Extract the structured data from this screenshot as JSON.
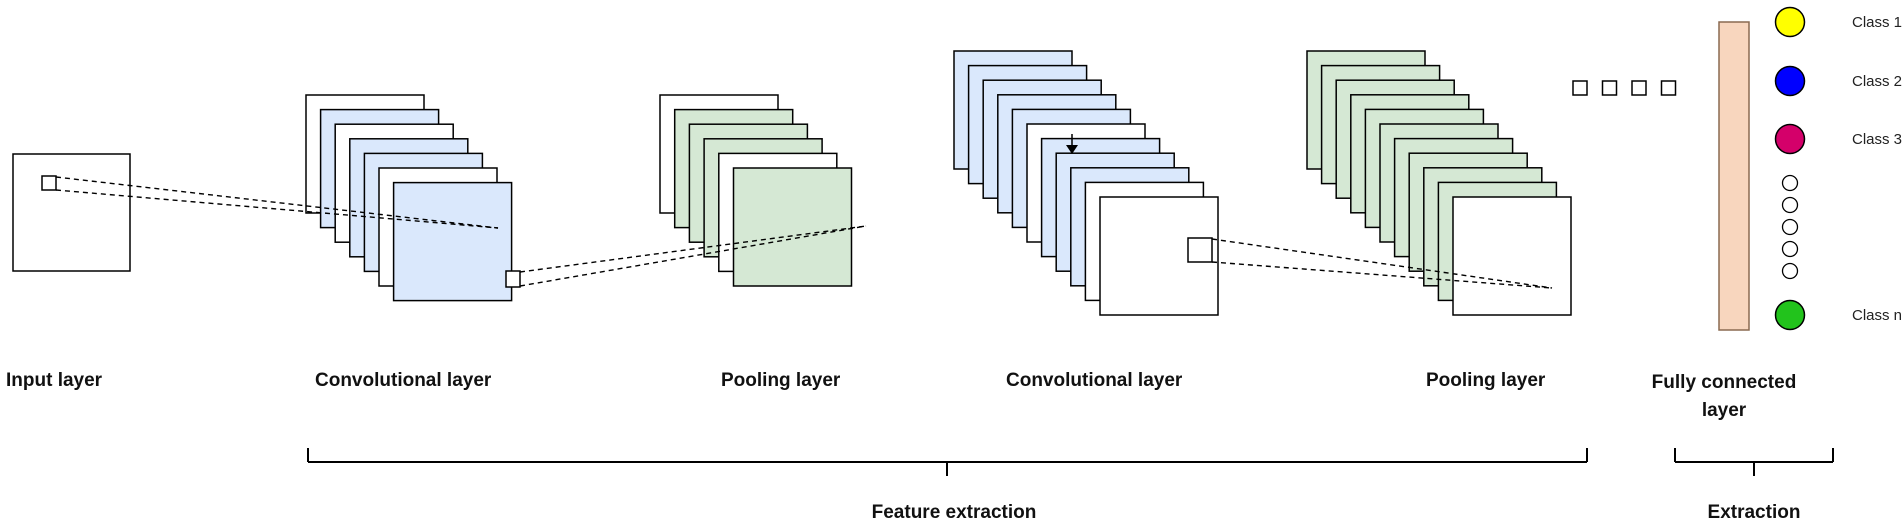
{
  "colors": {
    "stroke": "#000000",
    "conv_fill": "#dae8fc",
    "pool_fill": "#d5e8d4",
    "blank_fill": "#ffffff",
    "fc_fill": "#f8d6be",
    "fc_stroke": "#8a6a50"
  },
  "layers": {
    "input": "Input layer",
    "conv1": "Convolutional layer",
    "pool1": "Pooling layer",
    "conv2": "Convolutional layer",
    "pool2": "Pooling layer",
    "fc_line1": "Fully connected",
    "fc_line2": "layer"
  },
  "groups": {
    "feature": "Feature extraction",
    "extraction": "Extraction"
  },
  "classes": [
    {
      "label": "Class 1",
      "color": "#ffff00"
    },
    {
      "label": "Class 2",
      "color": "#0000ff"
    },
    {
      "label": "Class 3",
      "color": "#d4006a"
    },
    {
      "label": "Class n",
      "color": "#22c31c"
    }
  ],
  "feature_map_counts": {
    "conv1": 7,
    "pool1": 6,
    "conv2": 11,
    "pool2": 11
  },
  "ellipsis_node_count": 5,
  "ellipsis_box_count": 4
}
